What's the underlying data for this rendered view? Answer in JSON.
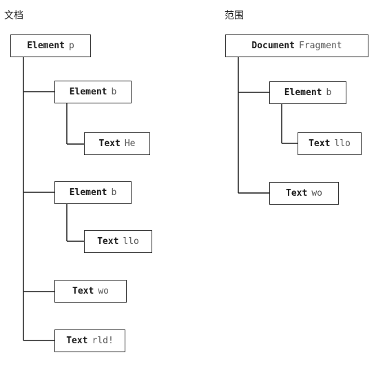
{
  "document": {
    "title": "文档",
    "nodes": {
      "p": {
        "kind": "Element",
        "value": "p"
      },
      "b1": {
        "kind": "Element",
        "value": "b"
      },
      "he": {
        "kind": "Text",
        "value": "He"
      },
      "b2": {
        "kind": "Element",
        "value": "b"
      },
      "llo": {
        "kind": "Text",
        "value": "llo"
      },
      "wo": {
        "kind": "Text",
        "value": "wo"
      },
      "rld": {
        "kind": "Text",
        "value": "rld!"
      }
    }
  },
  "range": {
    "title": "范围",
    "nodes": {
      "frag": {
        "kind": "Document",
        "value": "Fragment"
      },
      "b": {
        "kind": "Element",
        "value": "b"
      },
      "llo": {
        "kind": "Text",
        "value": "llo"
      },
      "wo": {
        "kind": "Text",
        "value": "wo"
      }
    }
  }
}
